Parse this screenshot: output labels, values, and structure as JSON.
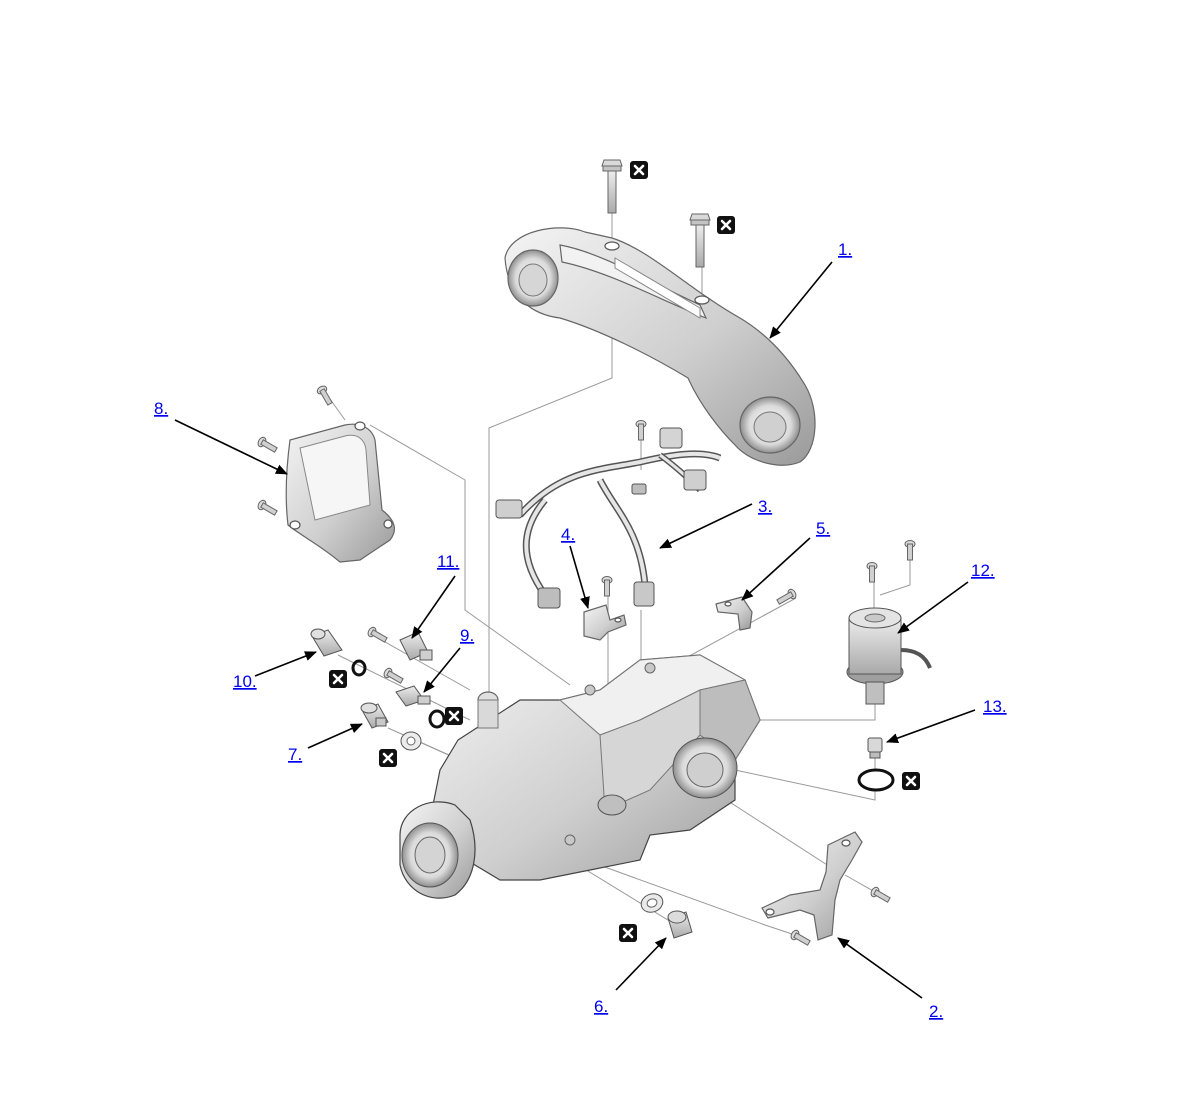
{
  "diagram": {
    "callouts": [
      {
        "id": 1,
        "label": "1."
      },
      {
        "id": 2,
        "label": "2."
      },
      {
        "id": 3,
        "label": "3."
      },
      {
        "id": 4,
        "label": "4."
      },
      {
        "id": 5,
        "label": "5."
      },
      {
        "id": 6,
        "label": "6."
      },
      {
        "id": 7,
        "label": "7."
      },
      {
        "id": 8,
        "label": "8."
      },
      {
        "id": 9,
        "label": "9."
      },
      {
        "id": 10,
        "label": "10."
      },
      {
        "id": 11,
        "label": "11."
      },
      {
        "id": 12,
        "label": "12."
      },
      {
        "id": 13,
        "label": "13."
      }
    ],
    "icons": {
      "replace_marker": "x-box-icon",
      "arrow": "arrow-head-icon"
    },
    "colors": {
      "link": "#0000ee",
      "leader": "#000000",
      "guide": "#9a9a9a",
      "part_light": "#e6e6e6",
      "part_mid": "#bdbdbd",
      "part_dark": "#8c8c8c"
    }
  }
}
